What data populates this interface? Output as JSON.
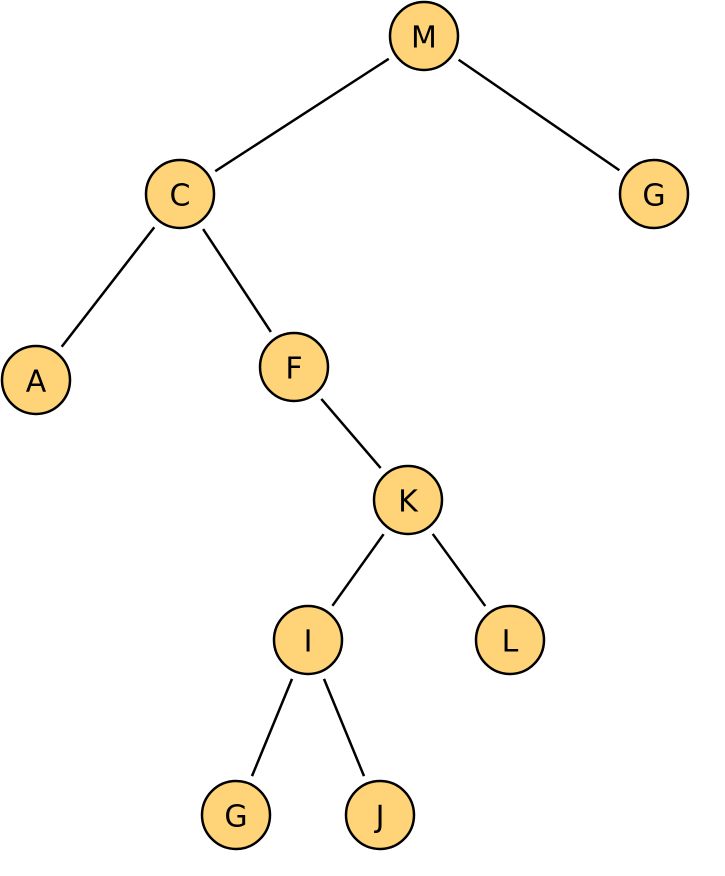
{
  "diagram": {
    "type": "binary-tree",
    "node_fill": "#FFD479",
    "nodes": [
      {
        "id": "m",
        "label": "M"
      },
      {
        "id": "c",
        "label": "C"
      },
      {
        "id": "g1",
        "label": "G"
      },
      {
        "id": "a",
        "label": "A"
      },
      {
        "id": "f",
        "label": "F"
      },
      {
        "id": "k",
        "label": "K"
      },
      {
        "id": "i",
        "label": "I"
      },
      {
        "id": "l",
        "label": "L"
      },
      {
        "id": "g2",
        "label": "G"
      },
      {
        "id": "j",
        "label": "J"
      }
    ],
    "edges": [
      [
        "m",
        "c"
      ],
      [
        "m",
        "g1"
      ],
      [
        "c",
        "a"
      ],
      [
        "c",
        "f"
      ],
      [
        "f",
        "k"
      ],
      [
        "k",
        "i"
      ],
      [
        "k",
        "l"
      ],
      [
        "i",
        "g2"
      ],
      [
        "i",
        "j"
      ]
    ]
  }
}
